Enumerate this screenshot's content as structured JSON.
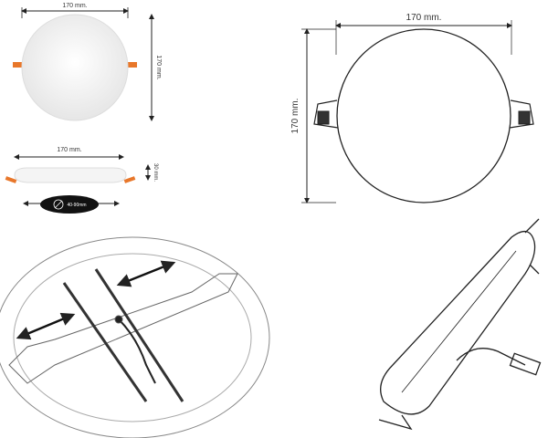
{
  "photo_top": {
    "width_label": "170 mm.",
    "height_label": "170 mm."
  },
  "photo_side": {
    "width_label": "170 mm.",
    "height_label": "30 mm.",
    "cutout_label": "40-90mm"
  },
  "drawing_front": {
    "width_label": "170 mm.",
    "height_label": "170 mm."
  },
  "colors": {
    "clip": "#e8772a",
    "line": "#222222",
    "panel": "#f4f4f4"
  }
}
